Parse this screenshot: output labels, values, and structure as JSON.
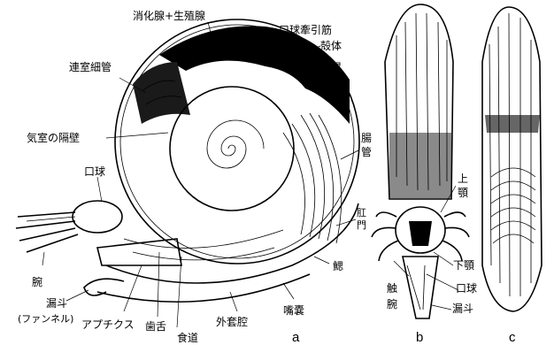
{
  "labels": {
    "digestive_gland": "消化腺+生殖腺",
    "buccal_retractor": "口球牽引筋",
    "shell": "殻体",
    "stomach": "胃",
    "siphuncle": "連室細管",
    "septum": "気室の隔壁",
    "intestine": "腸管",
    "buccal_mass": "口球",
    "anus": "肛門",
    "gill": "鰓",
    "arm": "腕",
    "funnel": "漏斗",
    "funnel_kana": "(ファンネル)",
    "aptychus": "アプチクス",
    "radula": "歯舌",
    "esophagus": "食道",
    "mantle_cavity": "外套腔",
    "ink_sac": "嘴嚢",
    "upper_jaw": "上顎",
    "lower_jaw": "下顎",
    "tentacle": "触腕",
    "buccal_mass_b": "口球",
    "funnel_b": "漏斗"
  },
  "panels": {
    "a": "a",
    "b": "b",
    "c": "c"
  },
  "colors": {
    "ink": "#000000",
    "paper": "#ffffff"
  }
}
